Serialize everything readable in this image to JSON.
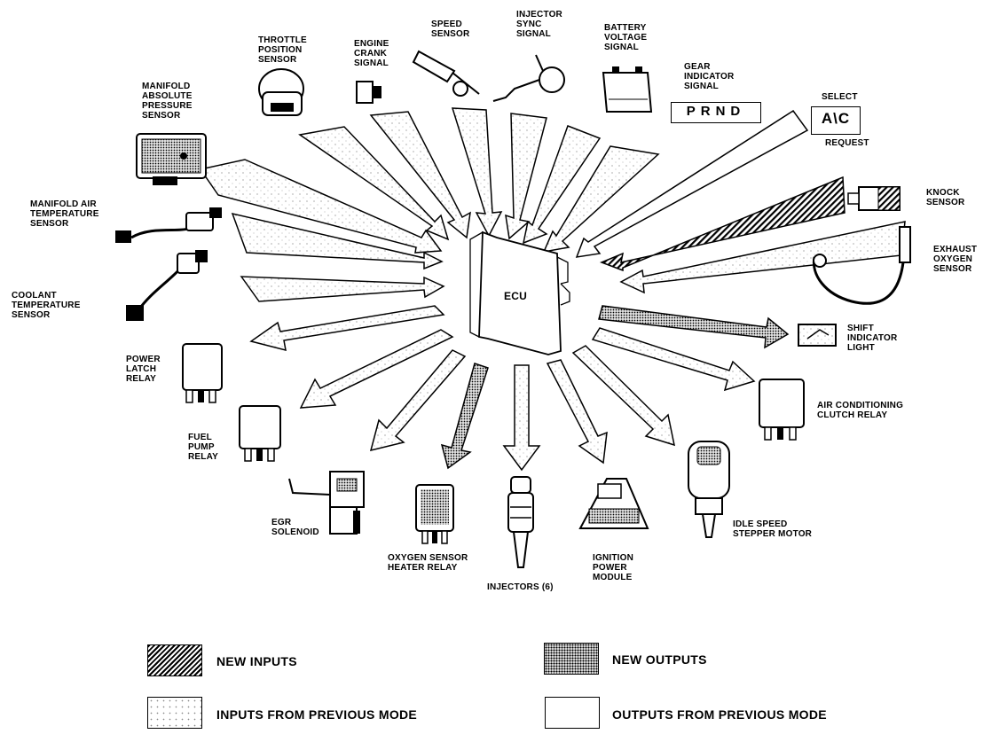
{
  "diagram": {
    "center_label": "ECU",
    "inputs": {
      "map_sensor": "MANIFOLD\nABSOLUTE\nPRESSURE\nSENSOR",
      "throttle": "THROTTLE\nPOSITION\nSENSOR",
      "engine_crank": "ENGINE\nCRANK\nSIGNAL",
      "speed_sensor": "SPEED\nSENSOR",
      "injector_sync": "INJECTOR\nSYNC\nSIGNAL",
      "battery_voltage": "BATTERY\nVOLTAGE\nSIGNAL",
      "gear_indicator": "GEAR\nINDICATOR\nSIGNAL",
      "gear_display": "PRND",
      "select_label": "SELECT",
      "ac_display": "A\\C",
      "request_label": "REQUEST",
      "knock": "KNOCK\nSENSOR",
      "exhaust_oxygen": "EXHAUST\nOXYGEN\nSENSOR",
      "manifold_air_temp": "MANIFOLD AIR\nTEMPERATURE\nSENSOR",
      "coolant_temp": "COOLANT\nTEMPERATURE\nSENSOR"
    },
    "outputs": {
      "power_latch": "POWER\nLATCH\nRELAY",
      "fuel_pump": "FUEL\nPUMP\nRELAY",
      "egr": "EGR\nSOLENOID",
      "oxygen_heater": "OXYGEN SENSOR\nHEATER RELAY",
      "injectors": "INJECTORS (6)",
      "ignition_module": "IGNITION\nPOWER\nMODULE",
      "idle_speed": "IDLE SPEED\nSTEPPER MOTOR",
      "ac_clutch": "AIR CONDITIONING\nCLUTCH RELAY",
      "shift_light": "SHIFT\nINDICATOR\nLIGHT"
    }
  },
  "legend": {
    "new_inputs": "NEW INPUTS",
    "new_outputs": "NEW OUTPUTS",
    "inputs_previous": "INPUTS FROM PREVIOUS MODE",
    "outputs_previous": "OUTPUTS FROM PREVIOUS MODE"
  }
}
